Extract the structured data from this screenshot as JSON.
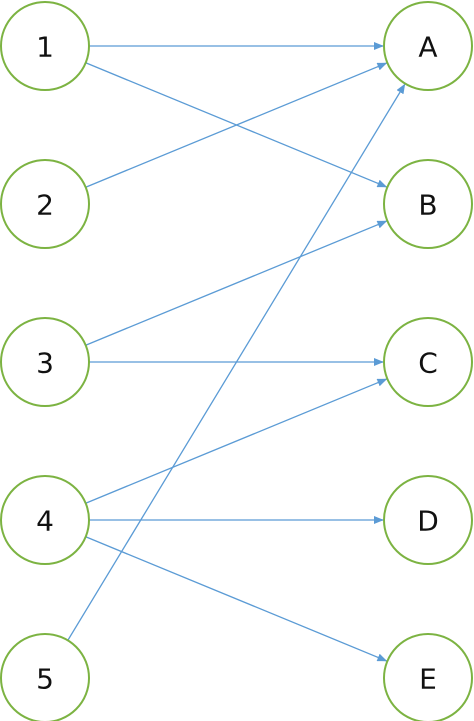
{
  "colors": {
    "node_stroke": "#7cb342",
    "edge": "#5b9bd5",
    "text": "#111111"
  },
  "left_nodes": [
    {
      "id": "1",
      "label": "1"
    },
    {
      "id": "2",
      "label": "2"
    },
    {
      "id": "3",
      "label": "3"
    },
    {
      "id": "4",
      "label": "4"
    },
    {
      "id": "5",
      "label": "5"
    }
  ],
  "right_nodes": [
    {
      "id": "A",
      "label": "A"
    },
    {
      "id": "B",
      "label": "B"
    },
    {
      "id": "C",
      "label": "C"
    },
    {
      "id": "D",
      "label": "D"
    },
    {
      "id": "E",
      "label": "E"
    }
  ],
  "edges": [
    {
      "from": "1",
      "to": "A"
    },
    {
      "from": "1",
      "to": "B"
    },
    {
      "from": "2",
      "to": "A"
    },
    {
      "from": "3",
      "to": "B"
    },
    {
      "from": "3",
      "to": "C"
    },
    {
      "from": "4",
      "to": "C"
    },
    {
      "from": "4",
      "to": "D"
    },
    {
      "from": "4",
      "to": "E"
    },
    {
      "from": "5",
      "to": "A"
    }
  ]
}
